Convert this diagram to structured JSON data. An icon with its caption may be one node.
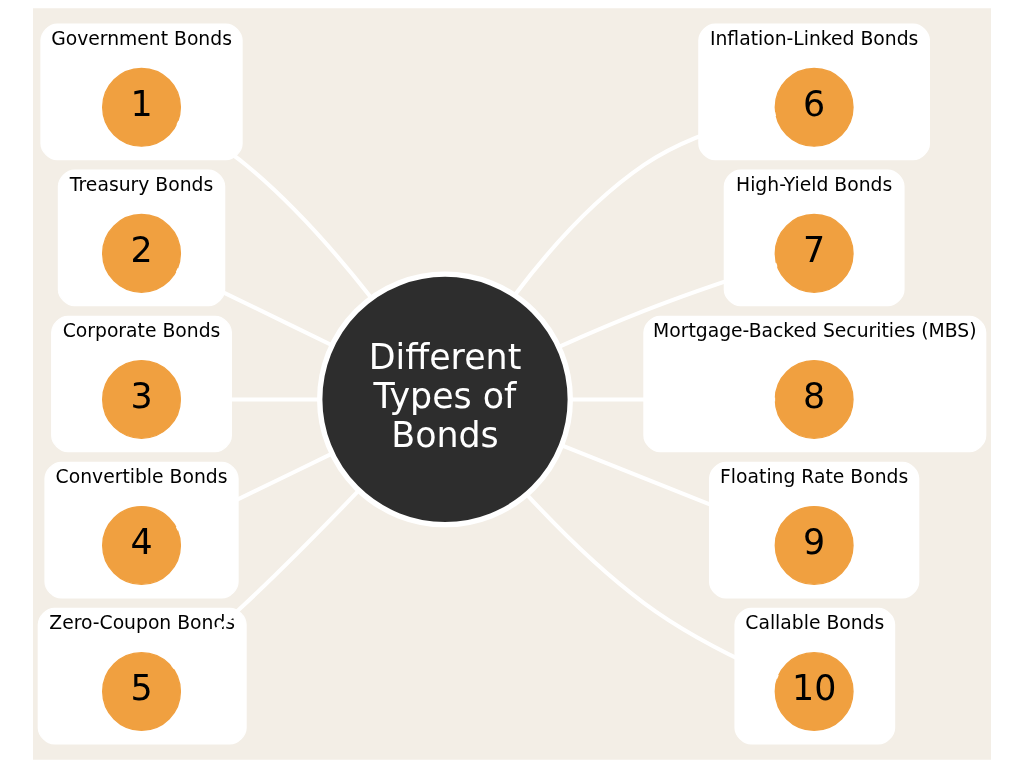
{
  "diagram": {
    "nodes": [
      {
        "text": [
          "Different Types of Bonds"
        ]
      },
      {
        "text": [
          "Government Bonds"
        ]
      },
      {
        "text": [
          "1"
        ],
        "in": 1
      },
      {
        "text": [
          "Treasury Bonds"
        ]
      },
      {
        "text": [
          "2"
        ],
        "in": 3
      },
      {
        "text": [
          "Corporate Bonds"
        ]
      },
      {
        "text": [
          "3"
        ],
        "in": 5
      },
      {
        "text": [
          "Convertible Bonds"
        ]
      },
      {
        "text": [
          "4"
        ],
        "in": 7
      },
      {
        "text": [
          "Zero-Coupon Bonds"
        ]
      },
      {
        "text": [
          "5"
        ],
        "in": 9
      },
      {
        "text": [
          "Inflation-Linked Bonds"
        ]
      },
      {
        "text": [
          "6"
        ],
        "in": 11
      },
      {
        "text": [
          "High-Yield Bonds"
        ]
      },
      {
        "text": [
          "7"
        ],
        "in": 13
      },
      {
        "text": [
          "Mortgage-Backed Securities (MBS)"
        ]
      },
      {
        "text": [
          "8"
        ],
        "in": 15
      },
      {
        "text": [
          "Floating Rate Bonds"
        ]
      },
      {
        "text": [
          "9"
        ],
        "in": 17
      },
      {
        "text": [
          "Callable Bonds"
        ]
      },
      {
        "text": [
          "10"
        ],
        "in": 19
      }
    ],
    "edges": [
      {
        "from": 2,
        "to": 0,
        "arrow": "none"
      },
      {
        "from": 4,
        "to": 0,
        "arrow": "none"
      },
      {
        "from": 6,
        "to": 0,
        "arrow": "none"
      },
      {
        "from": 8,
        "to": 0,
        "arrow": "none"
      },
      {
        "from": 10,
        "to": 0,
        "arrow": "none"
      },
      {
        "from": 0,
        "to": 12,
        "arrow": "none"
      },
      {
        "from": 0,
        "to": 14,
        "arrow": "none"
      },
      {
        "from": 0,
        "to": 16,
        "arrow": "none"
      },
      {
        "from": 0,
        "to": 18,
        "arrow": "none"
      },
      {
        "from": 0,
        "to": 20,
        "arrow": "none"
      }
    ]
  }
}
